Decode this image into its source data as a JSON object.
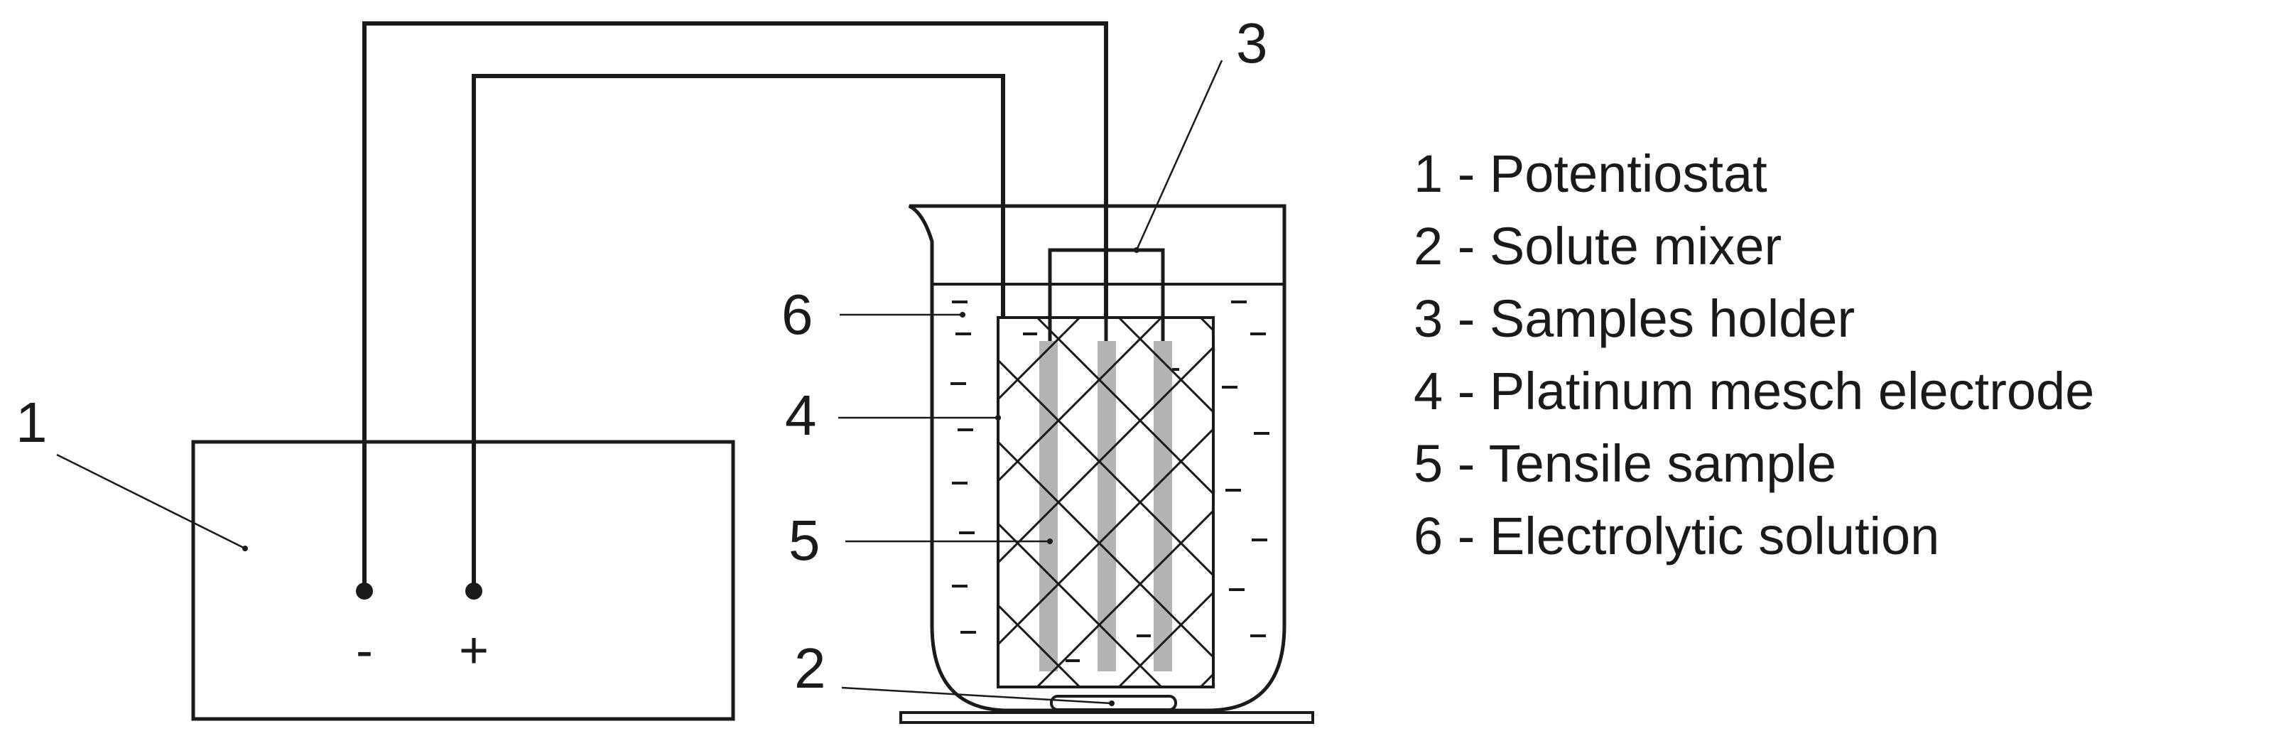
{
  "diagram": {
    "callouts": {
      "n1": "1",
      "n2": "2",
      "n3": "3",
      "n4": "4",
      "n5": "5",
      "n6": "6"
    },
    "terminals": {
      "negative": "-",
      "positive": "+"
    },
    "legend": [
      "1 - Potentiostat",
      "2 - Solute mixer",
      "3 - Samples holder",
      "4 - Platinum mesch electrode",
      "5 - Tensile sample",
      "6 - Electrolytic solution"
    ]
  }
}
